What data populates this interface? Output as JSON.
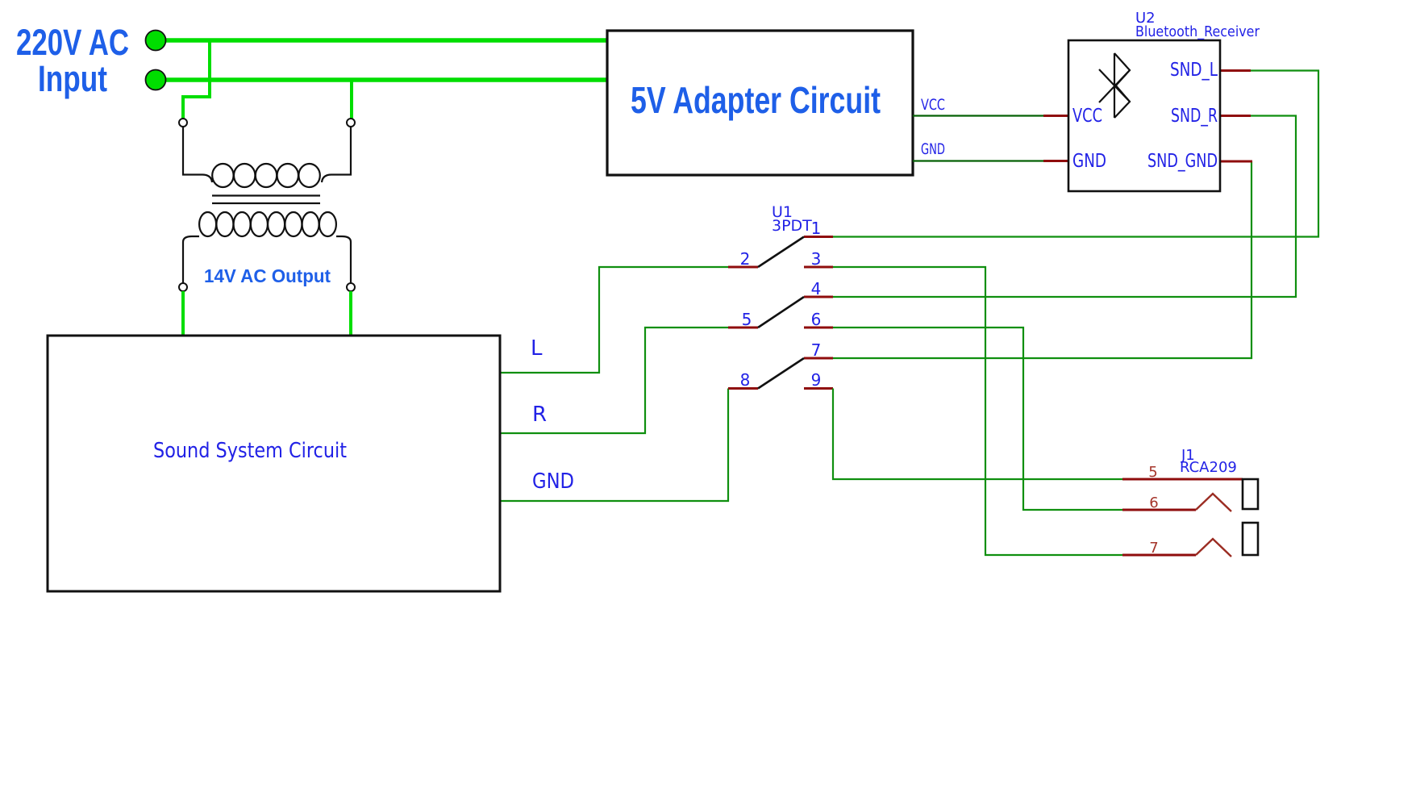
{
  "mains": {
    "label_line1": "220V AC",
    "label_line2": "Input"
  },
  "adapter": {
    "title": "5V Adapter Circuit",
    "vcc_label": "VCC",
    "gnd_label": "GND"
  },
  "transformer": {
    "output_label": "14V AC Output"
  },
  "sound": {
    "title": "Sound System Circuit",
    "pin_l": "L",
    "pin_r": "R",
    "pin_gnd": "GND"
  },
  "u1": {
    "ref": "U1",
    "value": "3PDT",
    "pins": [
      "1",
      "2",
      "3",
      "4",
      "5",
      "6",
      "7",
      "8",
      "9"
    ]
  },
  "u2": {
    "ref": "U2",
    "value": "Bluetooth_Receiver",
    "pin_vcc": "VCC",
    "pin_gnd": "GND",
    "pin_snd_l": "SND_L",
    "pin_snd_r": "SND_R",
    "pin_snd_gnd": "SND_GND"
  },
  "j1": {
    "ref": "J1",
    "value": "RCA209",
    "pins": [
      "5",
      "6",
      "7"
    ]
  },
  "colors": {
    "mains_green": "#00DE00",
    "wire_green": "#0F8F0F",
    "power_net_green": "#056105",
    "pin_stub_red": "#8F0D0D",
    "j1_number_maroon": "#A5342A",
    "label_blue": "#2222E6",
    "title_blue": "#1E5FE8",
    "outline_black": "#111111"
  }
}
